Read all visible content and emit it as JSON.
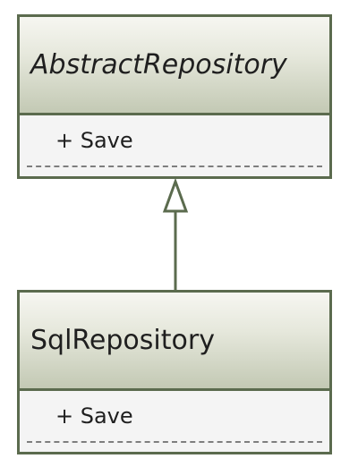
{
  "diagram": {
    "classes": [
      {
        "name": "AbstractRepository",
        "abstract": true,
        "members": [
          "+ Save"
        ]
      },
      {
        "name": "SqlRepository",
        "abstract": false,
        "members": [
          "+ Save"
        ]
      }
    ],
    "relationship": {
      "type": "generalization",
      "from": "SqlRepository",
      "to": "AbstractRepository"
    },
    "colors": {
      "border": "#5b6b4e",
      "header_gradient_top": "#f6f6f1",
      "header_gradient_bottom": "#c3c9b4",
      "body": "#f4f4f4",
      "text": "#1f1f1f"
    }
  }
}
